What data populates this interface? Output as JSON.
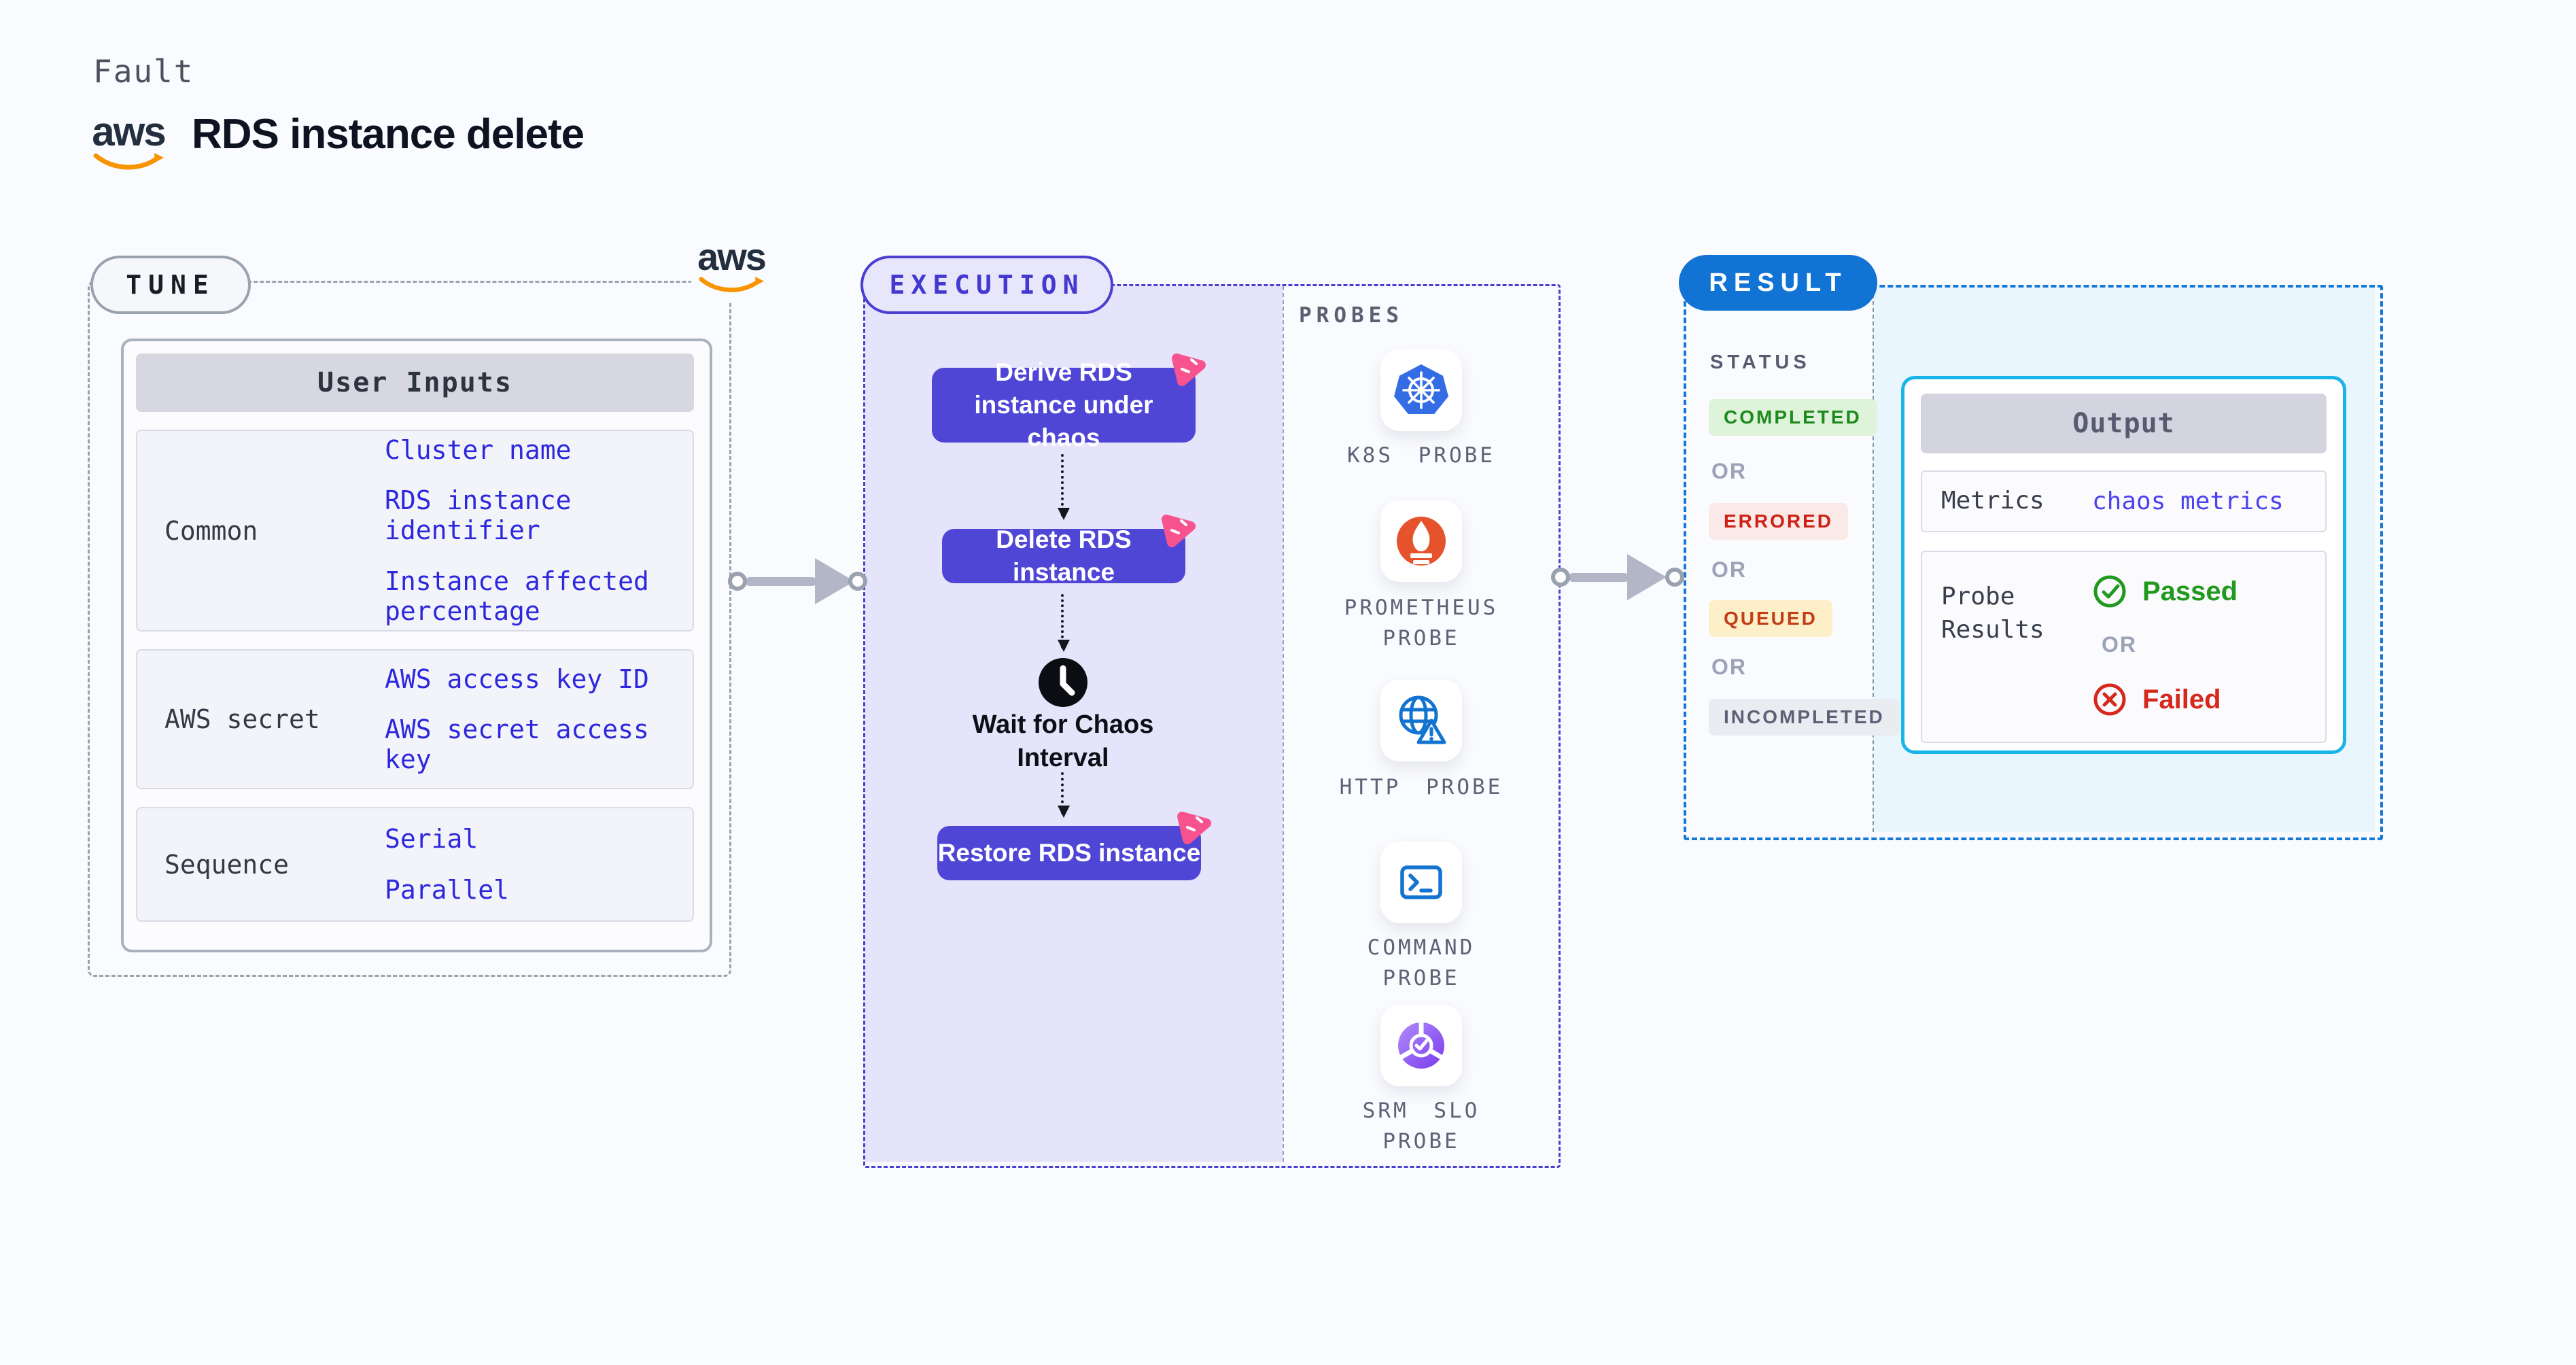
{
  "page": {
    "kicker": "Fault",
    "title": "RDS instance delete"
  },
  "aws": {
    "logo_text": "aws"
  },
  "tune": {
    "label": "TUNE",
    "user_inputs": {
      "header": "User Inputs",
      "rows": [
        {
          "label": "Common",
          "items": [
            "Cluster name",
            "RDS instance identifier",
            "Instance affected percentage"
          ]
        },
        {
          "label": "AWS secret",
          "items": [
            "AWS access key ID",
            "AWS secret access key"
          ]
        },
        {
          "label": "Sequence",
          "items": [
            "Serial",
            "Parallel"
          ]
        }
      ]
    }
  },
  "execution": {
    "label": "EXECUTION",
    "steps": [
      "Derive RDS instance under chaos",
      "Delete RDS instance",
      "Restore RDS instance"
    ],
    "wait_step": "Wait for Chaos Interval"
  },
  "probes": {
    "label": "PROBES",
    "items": [
      {
        "label": "K8S PROBE",
        "icon": "kubernetes-icon"
      },
      {
        "label": "PROMETHEUS PROBE",
        "icon": "prometheus-icon"
      },
      {
        "label": "HTTP PROBE",
        "icon": "http-globe-icon"
      },
      {
        "label": "COMMAND PROBE",
        "icon": "terminal-icon"
      },
      {
        "label": "SRM SLO PROBE",
        "icon": "slo-gauge-icon"
      }
    ]
  },
  "result": {
    "label": "RESULT",
    "status": {
      "label": "STATUS",
      "sep": "OR",
      "badges": [
        {
          "text": "COMPLETED"
        },
        {
          "text": "ERRORED"
        },
        {
          "text": "QUEUED"
        },
        {
          "text": "INCOMPLETED"
        }
      ]
    },
    "output": {
      "header": "Output",
      "metrics_label": "Metrics",
      "metrics_link": "chaos metrics",
      "probe_results_label": "Probe Results",
      "passed": "Passed",
      "sep": "OR",
      "failed": "Failed"
    }
  },
  "colors": {
    "accent_indigo": "#4b3fd0",
    "step_fill": "#4f46d6",
    "chaos_pink": "#f7548f",
    "result_blue": "#1173d4",
    "output_cyan": "#19b5e8",
    "link_blue": "#2d28dd",
    "passed_green": "#21991f",
    "failed_red": "#d6281c",
    "kubernetes_blue": "#336ce4",
    "prometheus_orange": "#e6522c"
  }
}
